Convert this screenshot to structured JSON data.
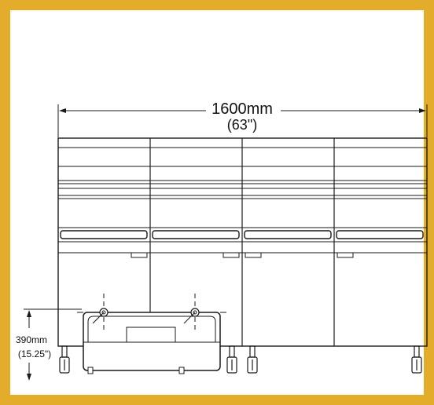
{
  "colors": {
    "border": "#e3ad2b",
    "background": "#ffffff",
    "line": "#1a1a1a"
  },
  "width_dimension": {
    "metric": "1600mm",
    "imperial": "(63\")"
  },
  "height_dimension": {
    "metric": "390mm",
    "imperial": "(15.25\")"
  },
  "units": {
    "count": 4
  }
}
